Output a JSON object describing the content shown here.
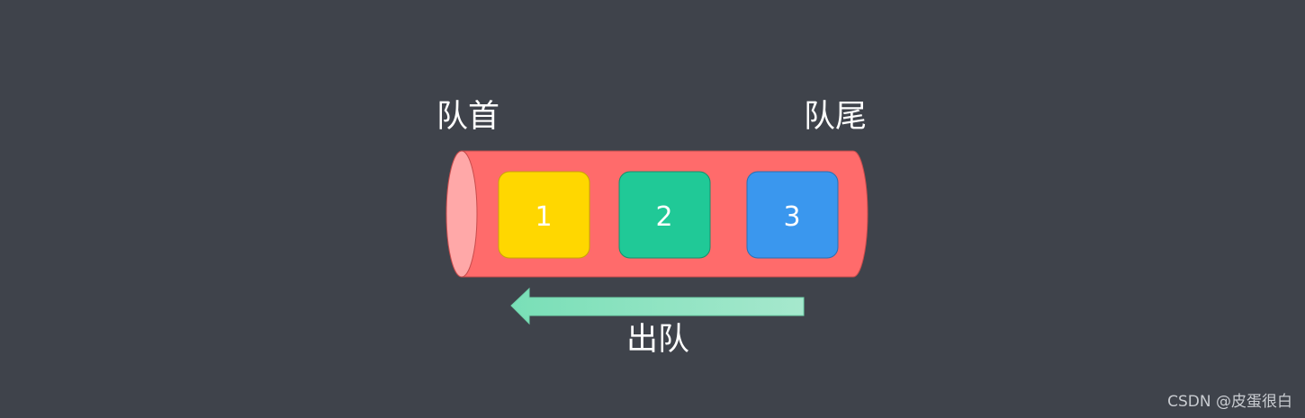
{
  "labels": {
    "front": "队首",
    "rear": "队尾",
    "dequeue": "出队"
  },
  "queue_items": [
    {
      "value": "1",
      "color": "#ffd700"
    },
    {
      "value": "2",
      "color": "#20c997"
    },
    {
      "value": "3",
      "color": "#3a97ee"
    }
  ],
  "colors": {
    "background": "#3f434b",
    "pipe_body": "#ff6b6b",
    "pipe_end": "#ffa8a8",
    "arrow": "#8fe3be"
  },
  "watermark": "CSDN @皮蛋很白"
}
